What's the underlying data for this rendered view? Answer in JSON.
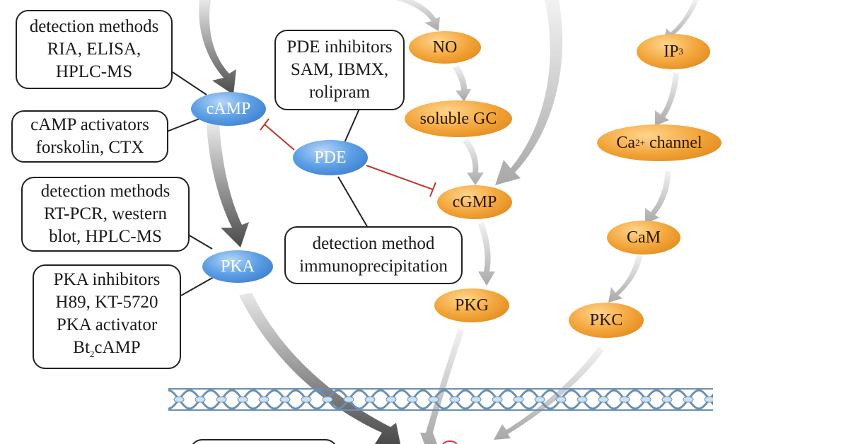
{
  "nodes": {
    "camp": "cAMP",
    "pka": "PKA",
    "pde": "PDE",
    "no": "NO",
    "soluble_gc": "soluble GC",
    "cgmp": "cGMP",
    "pkg": "PKG",
    "ip3": {
      "base": "IP",
      "sub": "3"
    },
    "ca_channel": {
      "base": "Ca",
      "sup": "2+",
      "rest": " channel"
    },
    "cam": "CaM",
    "pkc": "PKC"
  },
  "boxes": {
    "camp_detection": {
      "lines": [
        "detection methods",
        "RIA, ELISA,",
        "HPLC-MS"
      ]
    },
    "camp_activators": {
      "lines": [
        "cAMP activators",
        "forskolin, CTX"
      ]
    },
    "pka_detection": {
      "lines": [
        "detection methods",
        "RT-PCR, western",
        "blot, HPLC-MS"
      ]
    },
    "pka_modulators": {
      "lines": [
        "PKA inhibitors",
        "H89, KT-5720",
        "PKA activator"
      ],
      "last": {
        "base": "Bt",
        "sub": "2",
        "rest": "cAMP"
      }
    },
    "pde_inhibitors": {
      "lines": [
        "PDE inhibitors",
        "SAM, IBMX,",
        "rolipram"
      ]
    },
    "pde_detection": {
      "lines": [
        "detection method",
        "immunoprecipitation"
      ]
    }
  },
  "colors": {
    "camp_pathway": "#3f82d8",
    "cgmp_pathway": "#ee9b2b",
    "inhibition": "#c0392b",
    "membrane": "#6b8fb5"
  }
}
